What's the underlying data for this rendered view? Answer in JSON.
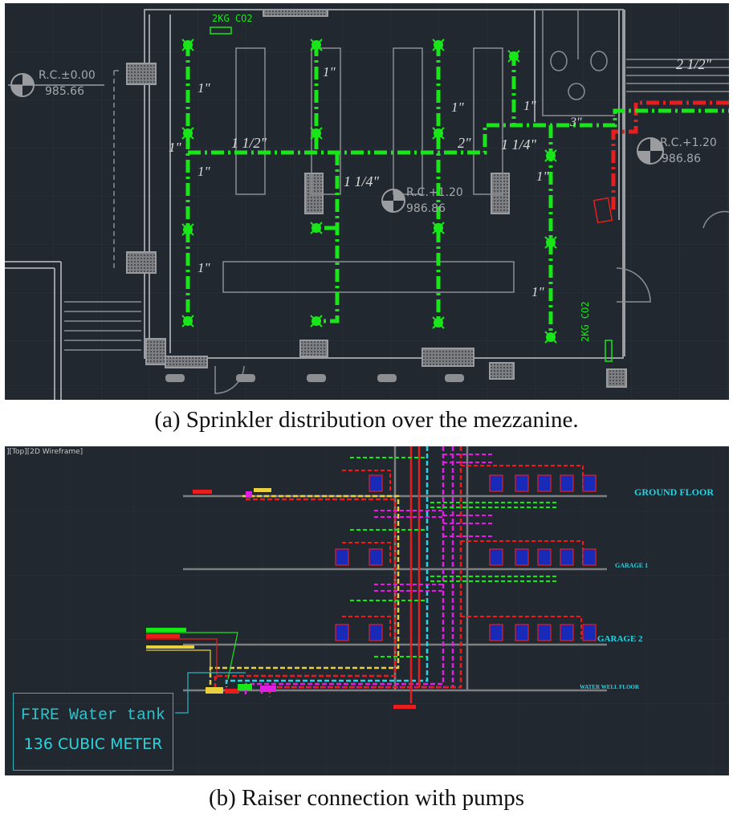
{
  "figure_a": {
    "caption": "(a) Sprinkler distribution over the mezzanine.",
    "level_markers": [
      {
        "label": "R.C.±0.00",
        "elevation": "985.66"
      },
      {
        "label": "R.C.+1.20",
        "elevation": "986.86"
      },
      {
        "label": "R.C.+1.20",
        "elevation": "986.86"
      }
    ],
    "extinguishers": [
      "2KG CO2",
      "2KG CO2"
    ],
    "pipe_sizes": {
      "main_left": "1 1/2\"",
      "main_mid": "2\"",
      "branch_right": "1 1/4\"",
      "branch_center": "1 1/4\"",
      "riser_top": "3\"",
      "stair_riser": "2 1/2\"",
      "branch": "1\""
    },
    "colors": {
      "sprinkler_pipe": "#19e619",
      "fire_main": "#e81e1e",
      "walls": "#9a9c9f",
      "background": "#212830"
    }
  },
  "figure_b": {
    "caption": "(b) Raiser connection with pumps",
    "viewport_label": "][Top][2D Wireframe]",
    "floors": [
      "GROUND FLOOR",
      "GARAGE 1",
      "GARAGE 2",
      "WATER WELL FLOOR"
    ],
    "tank": {
      "line1": "FIRE Water tank",
      "line2": "136 CUBIC METER"
    },
    "colors": {
      "cyan": "#27d3e0",
      "magenta": "#e020e0",
      "red": "#e81e1e",
      "yellow": "#e8d040",
      "green": "#19e619",
      "cabinet": "#1a2ab8"
    }
  }
}
